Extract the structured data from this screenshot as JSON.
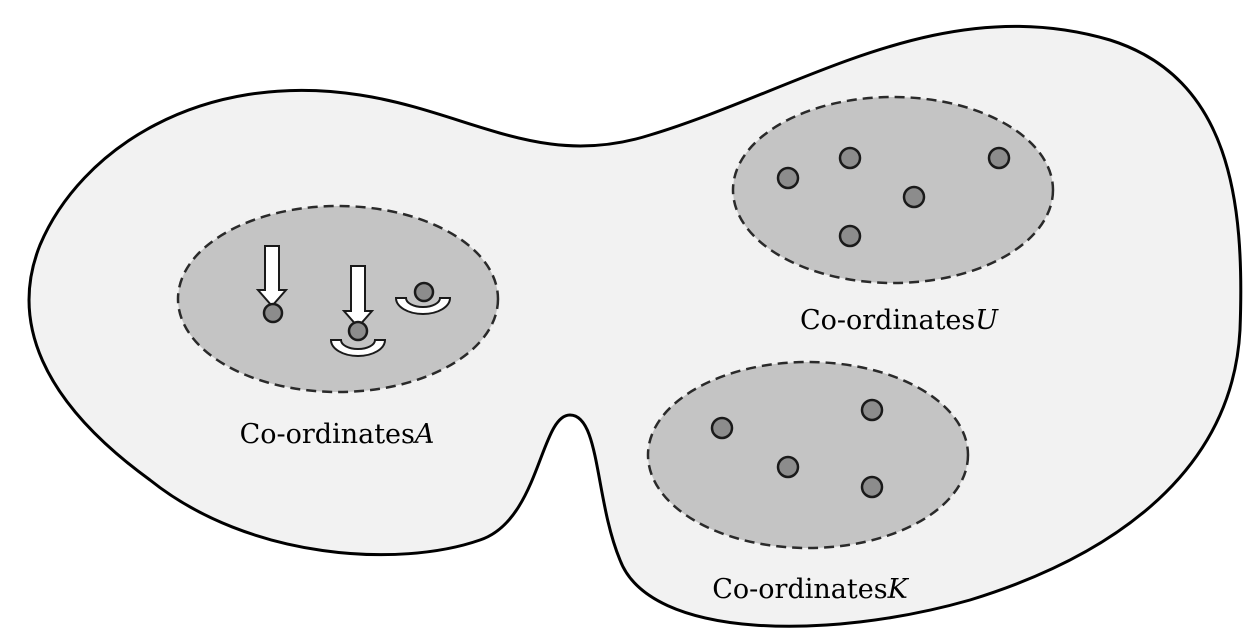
{
  "diagram": {
    "colors": {
      "outer_fill": "#f2f2f2",
      "outer_stroke": "#000000",
      "cluster_fill": "#c4c4c4",
      "cluster_stroke": "#2a2a2a",
      "node_fill": "#8c8c8c",
      "node_stroke": "#1a1a1a",
      "arrow_fill": "#ffffff"
    },
    "clusters": [
      {
        "id": "A",
        "label_prefix": "Co-ordinates",
        "label_var": "A",
        "icons": [
          "down-arrow-icon",
          "down-arrow-icon",
          "cup-icon",
          "cup-icon"
        ],
        "node_count": 3
      },
      {
        "id": "U",
        "label_prefix": "Co-ordinates",
        "label_var": "U",
        "node_count": 5
      },
      {
        "id": "K",
        "label_prefix": "Co-ordinates",
        "label_var": "K",
        "node_count": 4
      }
    ]
  }
}
